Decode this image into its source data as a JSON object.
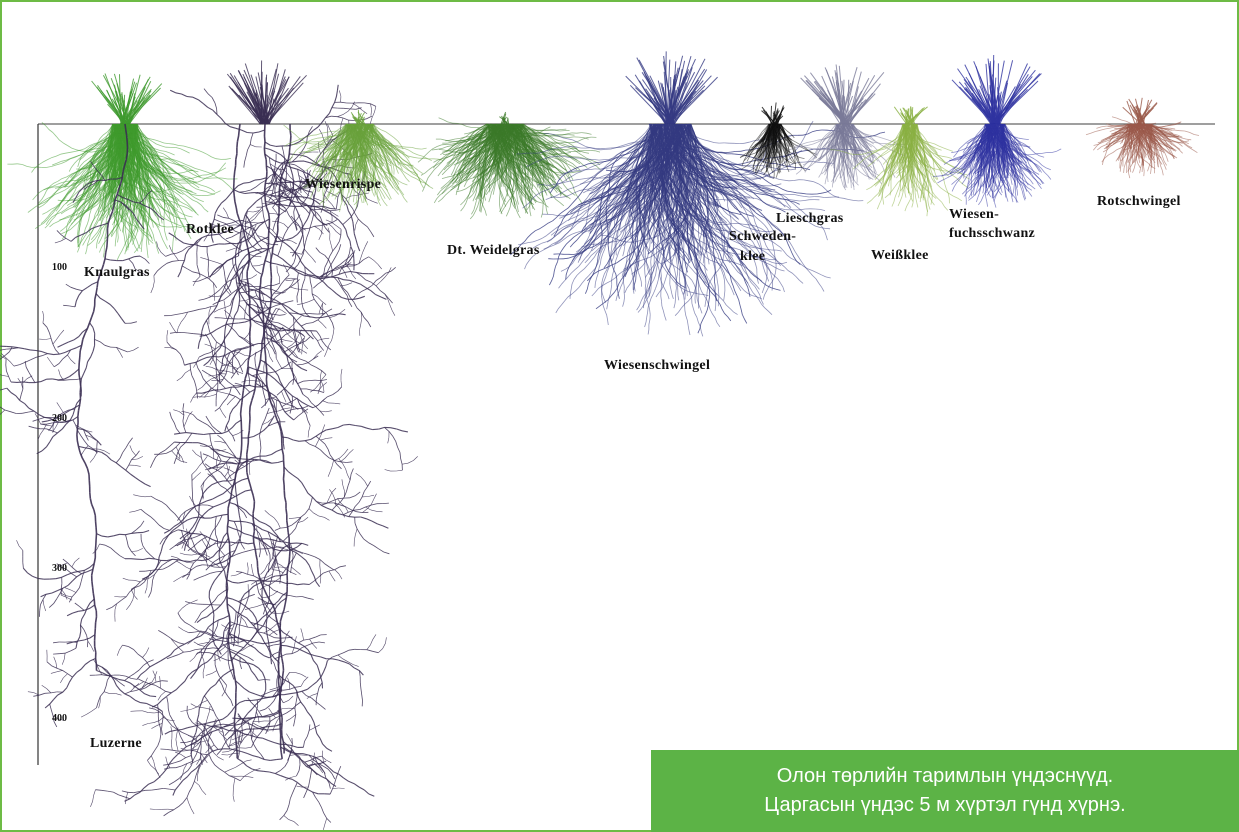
{
  "depth_scale": {
    "ticks": [
      "100",
      "200",
      "300",
      "400"
    ]
  },
  "plants": [
    {
      "id": "knaulgras",
      "label": "Knaulgras",
      "color": "#3f9a2e"
    },
    {
      "id": "rotklee",
      "label": "Rotklee",
      "color": "#3a2e52"
    },
    {
      "id": "wiesenrispe",
      "label": "Wiesenrispe",
      "color": "#6aa23c"
    },
    {
      "id": "dt-weidelgras",
      "label": "Dt. Weidelgras",
      "color": "#3d7a2a"
    },
    {
      "id": "wiesenschwingel",
      "label": "Wiesenschwingel",
      "color": "#353a82"
    },
    {
      "id": "schwedenklee",
      "label_lines": [
        "Schweden-",
        "klee"
      ],
      "color": "#111111"
    },
    {
      "id": "lieschgras",
      "label": "Lieschgras",
      "color": "#7a7a99"
    },
    {
      "id": "weissklee",
      "label": "Weißklee",
      "color": "#8ab043"
    },
    {
      "id": "wiesenfuchsschwanz",
      "label_lines": [
        "Wiesen-",
        "fuchsschwanz"
      ],
      "color": "#2f33a0"
    },
    {
      "id": "rotschwingel",
      "label": "Rotschwingel",
      "color": "#9a5a4a"
    },
    {
      "id": "luzerne",
      "label": "Luzerne",
      "color": "#3a2e52"
    }
  ],
  "caption": {
    "line1": "Олон төрлийн таримлын үндэснүүд.",
    "line2": "Царгасын үндэс 5 м хүртэл гүнд хүрнэ."
  },
  "colors": {
    "frame": "#6dbb45",
    "caption_bg": "#5cb346"
  }
}
